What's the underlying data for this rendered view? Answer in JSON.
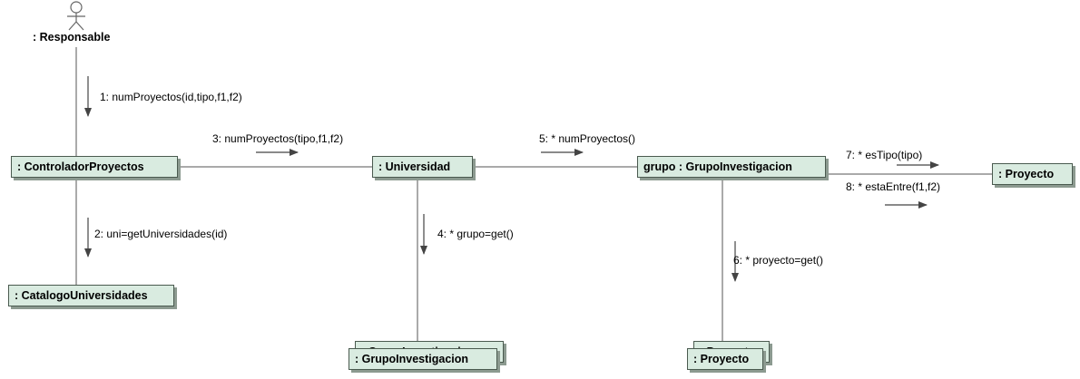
{
  "diagram": {
    "actor": {
      "label": ": Responsable"
    },
    "objects": {
      "controlador": ": ControladorProyectos",
      "catalogo": ": CatalogoUniversidades",
      "universidad": ": Universidad",
      "grupo": "grupo : GrupoInvestigacion",
      "grupo_multi_back": ": GrupoInvestigacion",
      "grupo_multi": ": GrupoInvestigacion",
      "proyecto_multi_back": ": Proyecto",
      "proyecto_multi": ": Proyecto",
      "proyecto": ": Proyecto"
    },
    "messages": {
      "m1": "1: numProyectos(id,tipo,f1,f2)",
      "m2": "2: uni=getUniversidades(id)",
      "m3": "3: numProyectos(tipo,f1,f2)",
      "m4": "4: * grupo=get()",
      "m5": "5: * numProyectos()",
      "m6": "6: * proyecto=get()",
      "m7": "7: * esTipo(tipo)",
      "m8": "8: * estaEntre(f1,f2)"
    }
  }
}
